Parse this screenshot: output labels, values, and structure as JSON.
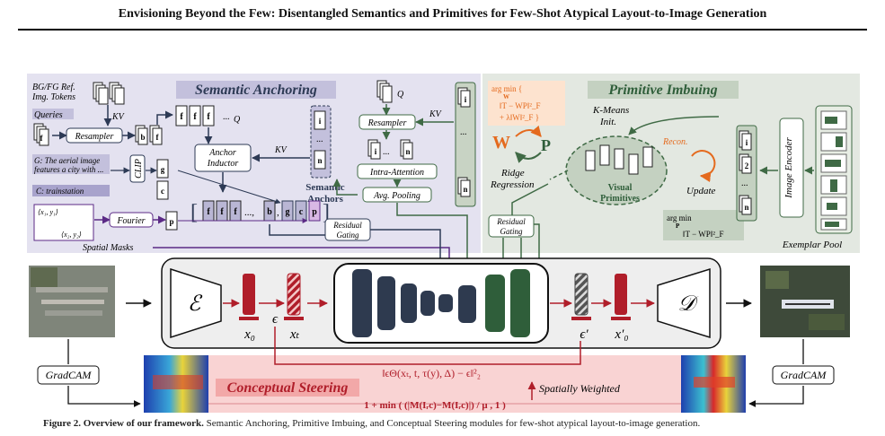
{
  "header": {
    "title": "Envisioning Beyond the Few: Disentangled Semantics and Primitives for Few-Shot Atypical Layout-to-Image Generation"
  },
  "semantic_anchoring": {
    "title": "Semantic Anchoring",
    "bg_fg_line1": "BG/FG Ref.",
    "bg_fg_line2": "Img. Tokens",
    "queries_label": "Queries",
    "resampler": "Resampler",
    "kv": "KV",
    "q": "Q",
    "clip": "CLIP",
    "g_caption_line1": "G: The aerial image",
    "g_caption_line2": "features a city with ...",
    "c_caption": "C: trainstation",
    "box_tl": "⟨x₁, y₁⟩",
    "box_br": "⟨x₂, y₂⟩",
    "fourier": "Fourier",
    "anchor_inductor_line1": "Anchor",
    "anchor_inductor_line2": "Inductor",
    "semantic_anchors_line1": "Semantic",
    "semantic_anchors_line2": "Anchors",
    "intra_attention": "Intra-Attention",
    "avg_pooling": "Avg. Pooling",
    "residual_gating_line1": "Residual",
    "residual_gating_line2": "Gating",
    "spatial_masks": "Spatial Masks",
    "token_f": "f",
    "token_b": "b",
    "token_g": "g",
    "token_c": "c",
    "token_p": "p",
    "token_i": "i",
    "token_n": "n",
    "token_dots": "...",
    "token_seq_mid": "..., "
  },
  "primitive_imbuing": {
    "title": "Primitive Imbuing",
    "argmin_line1": "arg min {",
    "argmin_sub": "W",
    "argmin_line2": "‖T − WP‖²_F",
    "argmin_line3": "+ λ‖W‖²_F }",
    "w_label": "W",
    "p_label": "P",
    "ridge_line1": "Ridge",
    "ridge_line2": "Regression",
    "kmeans_line1": "K-Means",
    "kmeans_line2": "Init.",
    "recon": "Recon.",
    "update": "Update",
    "visual_line1": "Visual",
    "visual_line2": "Primitives",
    "argmin2_line1": "arg min",
    "argmin2_sub": "P",
    "argmin2_line2": "‖T − WP‖²_F",
    "image_encoder": "Image Encoder",
    "exemplar_pool": "Exemplar Pool",
    "residual_gating_line1": "Residual",
    "residual_gating_line2": "Gating"
  },
  "pipeline": {
    "encoder": "ℰ",
    "decoder": "𝒟",
    "x0": "x₀",
    "xt": "xₜ",
    "eps": "ϵ",
    "eps_prime": "ϵ′",
    "x0_prime": "x′₀"
  },
  "steering": {
    "gradcam_left": "GradCAM",
    "gradcam_right": "GradCAM",
    "title": "Conceptual Steering",
    "loss": "‖ϵΘ(xₜ, t, τ(y), Δ) − ϵ‖²₂",
    "weight_formula": "1 + min ( (|M(Iᵣc)−M(Iᵣc)|) / μ , 1 )",
    "spatially_weighted": "Spatially Weighted"
  },
  "caption": {
    "label": "Figure 2. Overview of our framework.",
    "text": " Semantic Anchoring, Primitive Imbuing, and Conceptual Steering modules for few-shot atypical layout-to-image generation."
  },
  "colors": {
    "sa_bg": "#e4e2f0",
    "pi_bg": "#e3e8e1",
    "navy": "#2d3a55",
    "green": "#3f6a45",
    "red": "#b01e2a",
    "purple": "#5b2a86",
    "orange": "#e46a1e",
    "unet_dark": "#2e3a4f",
    "unet_green": "#2f5e3a",
    "steer_bg": "#f9d3d3"
  }
}
